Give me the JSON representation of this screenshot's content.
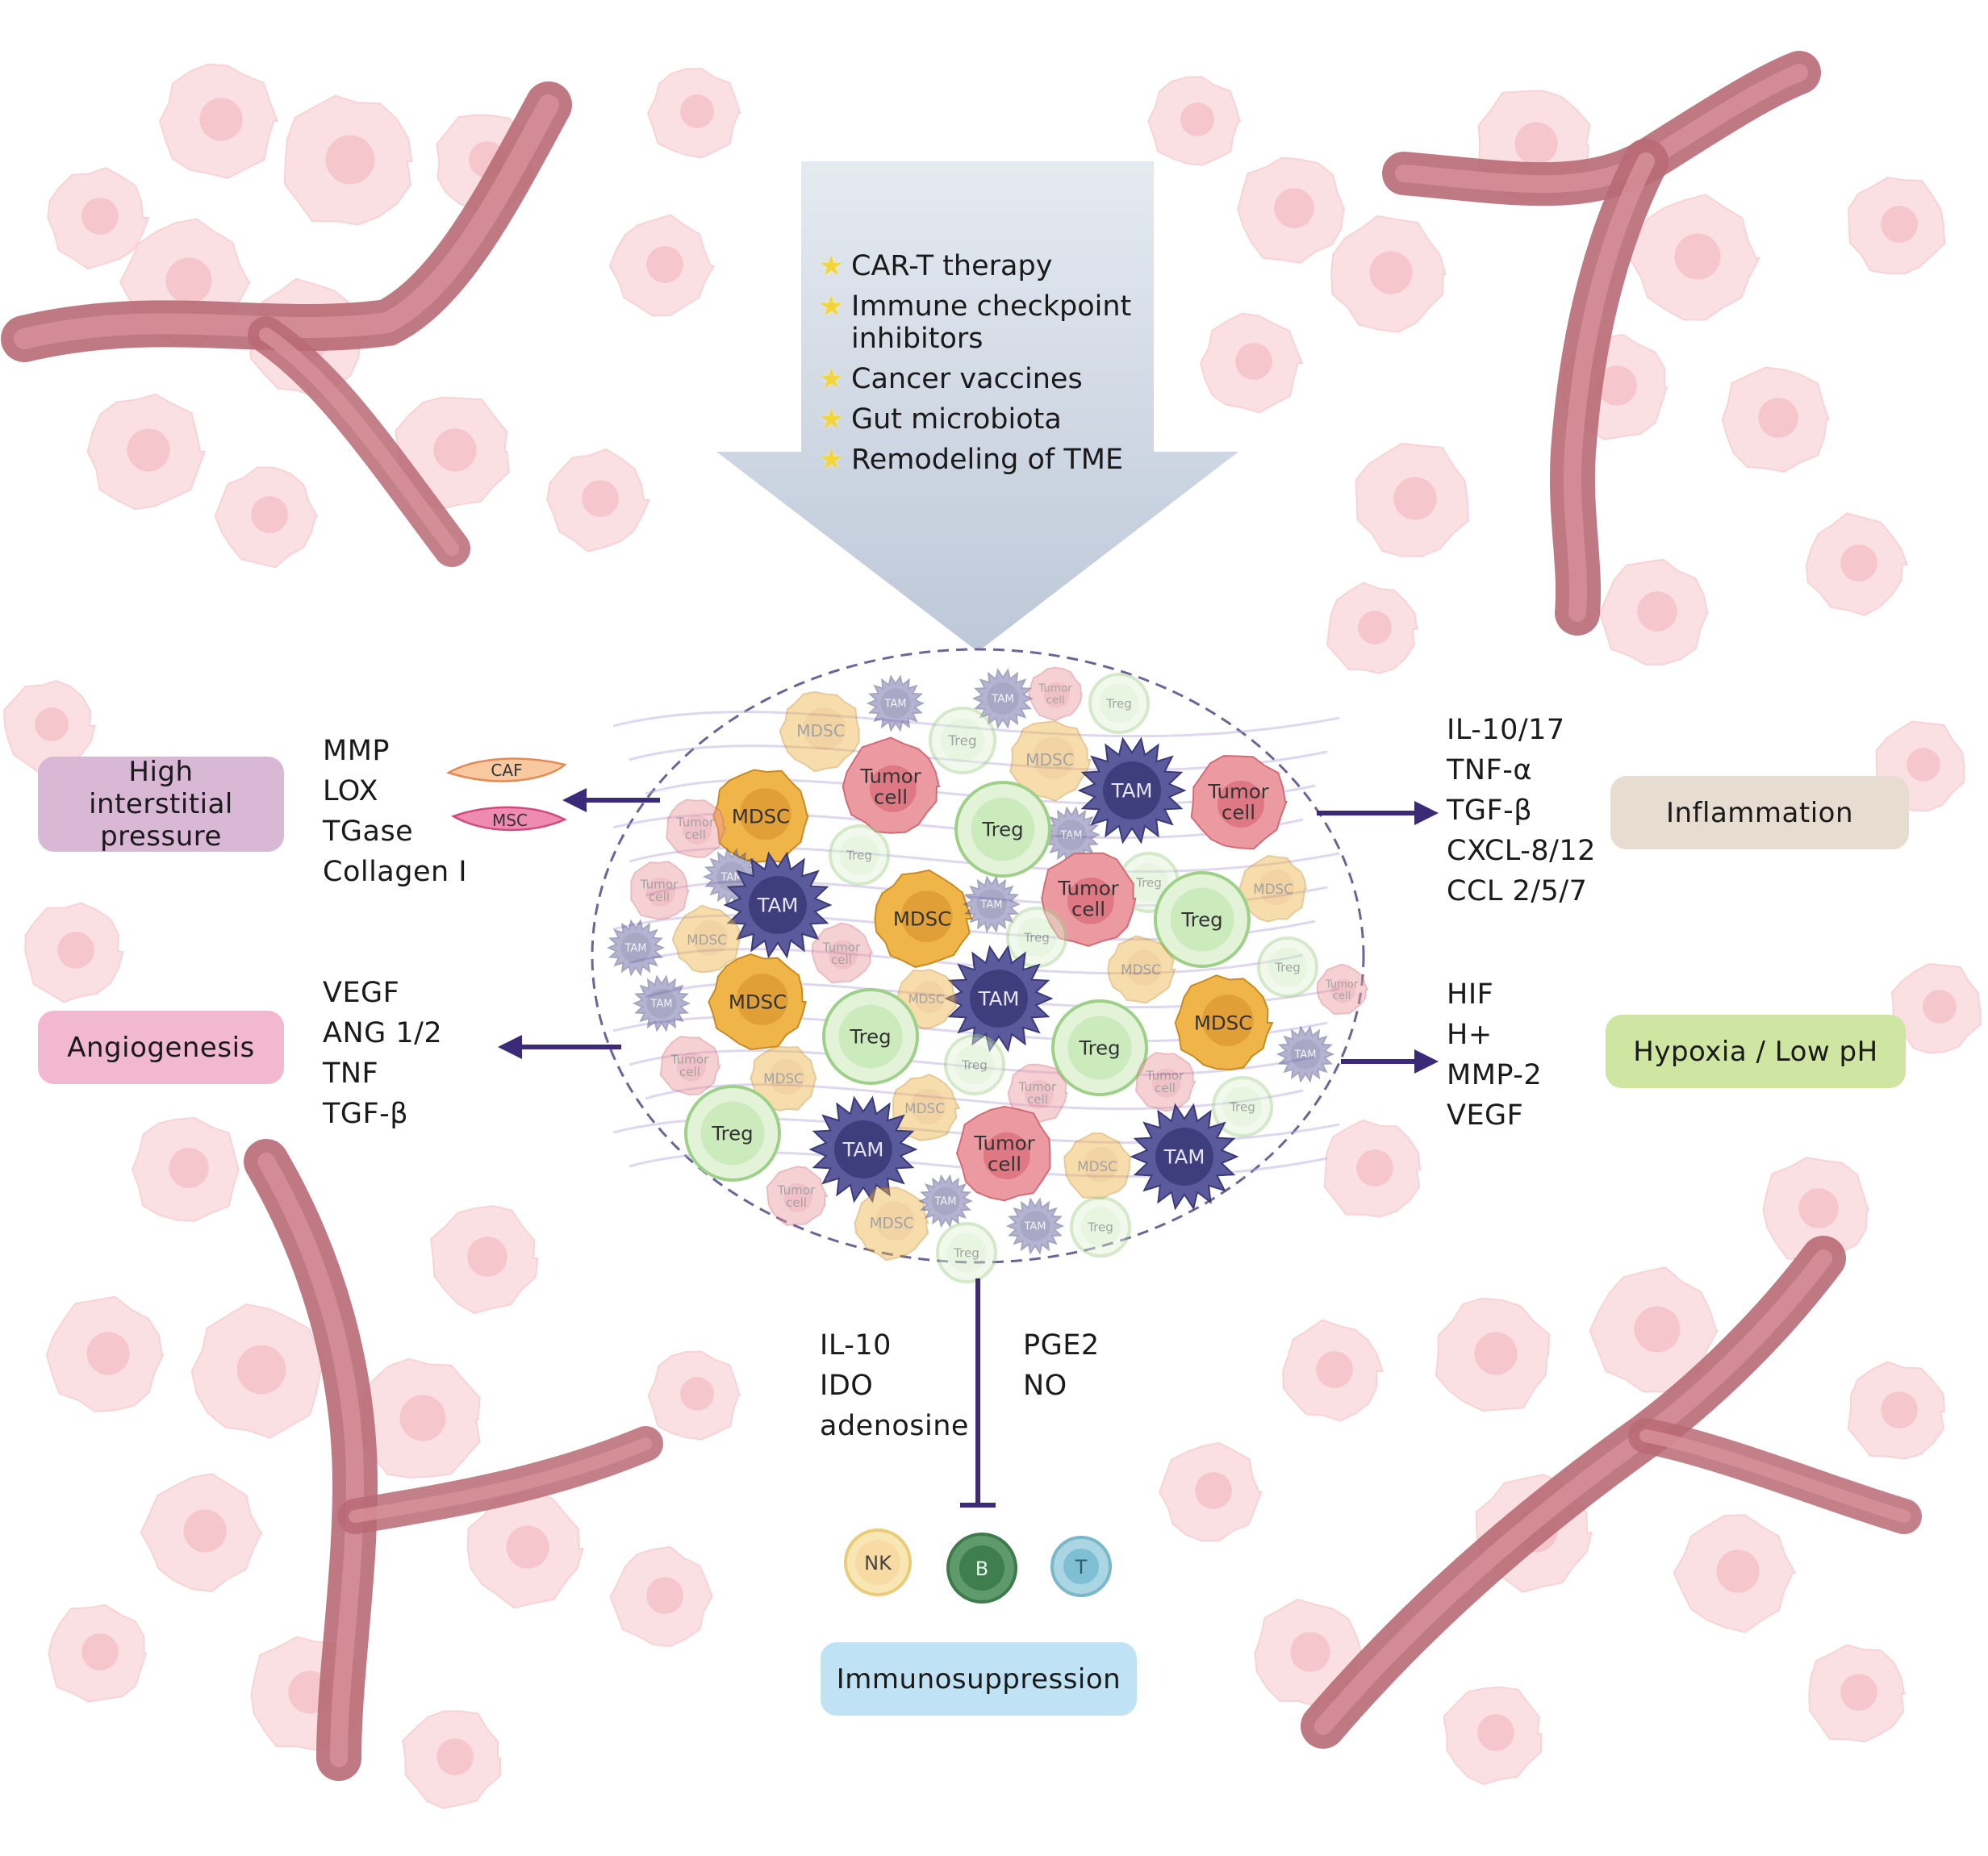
{
  "therapies": {
    "items": [
      "CAR-T therapy",
      "Immune checkpoint inhibitors",
      "Cancer vaccines",
      "Gut microbiota",
      "Remodeling of TME"
    ]
  },
  "left_top": {
    "factors": [
      "MMP",
      "LOX",
      "TGase",
      "Collagen I"
    ],
    "cells": {
      "caf": "CAF",
      "msc": "MSC"
    },
    "box": "High interstitial pressure"
  },
  "left_bottom": {
    "factors": [
      "VEGF",
      "ANG 1/2",
      "TNF",
      "TGF-β"
    ],
    "box": "Angiogenesis"
  },
  "right_top": {
    "factors": [
      "IL-10/17",
      "TNF-α",
      "TGF-β",
      "CXCL-8/12",
      "CCL 2/5/7"
    ],
    "box": "Inflammation"
  },
  "right_bottom": {
    "factors": [
      "HIF",
      "H+",
      "MMP-2",
      "VEGF"
    ],
    "box": "Hypoxia / Low pH"
  },
  "bottom": {
    "left_factors": [
      "IL-10",
      "IDO",
      "adenosine"
    ],
    "right_factors": [
      "PGE2",
      "NO"
    ],
    "immune_cells": {
      "nk": "NK",
      "b": "B",
      "t": "T"
    },
    "box": "Immunosuppression"
  },
  "tme_cells": {
    "tam": "TAM",
    "mdsc": "MDSC",
    "treg": "Treg",
    "tumor": "Tumor cell"
  },
  "colors": {
    "arrow": "#3b2a7a",
    "big_arrow": "#c5cfdd",
    "box_pressure": "#d9b8d6",
    "box_angio": "#f2b8cf",
    "box_inflam": "#e6ddd0",
    "box_hypoxia": "#cfe6a3",
    "box_immuno": "#bfe3f5",
    "tam": "#4d4c8f",
    "mdsc": "#e9a83c",
    "treg": "#d4ecc6",
    "tumor": "#e88a92"
  }
}
